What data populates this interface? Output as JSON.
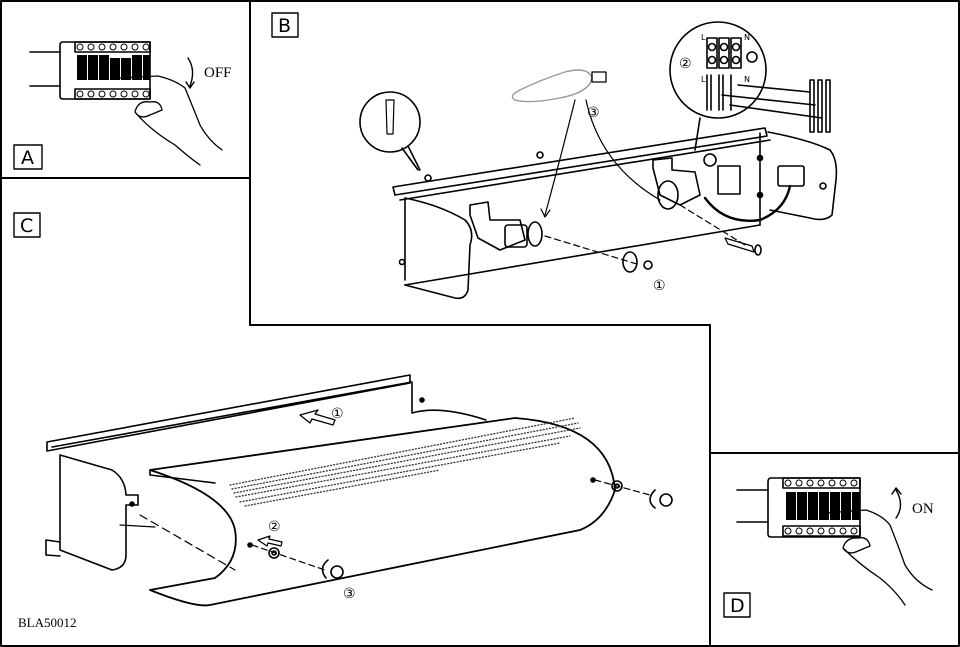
{
  "document": {
    "code": "BLA50012"
  },
  "panels": {
    "a": {
      "label": "A",
      "switch_text": "OFF"
    },
    "b": {
      "label": "B",
      "steps": [
        "①",
        "②",
        "③"
      ],
      "terminal_labels": {
        "top_left": "L",
        "top_right": "N",
        "bottom_left": "L",
        "bottom_right": "N"
      }
    },
    "c": {
      "label": "C",
      "steps": [
        "①",
        "②",
        "③"
      ]
    },
    "d": {
      "label": "D",
      "switch_text": "ON"
    }
  }
}
